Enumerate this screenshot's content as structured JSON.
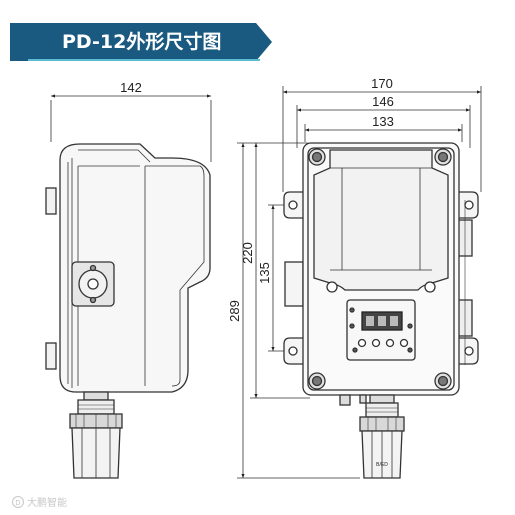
{
  "header": {
    "title": "PD-12外形尺寸图",
    "banner_color": "#1a5a80",
    "accent_color": "#5bbcd0"
  },
  "side_view": {
    "width_label": "142"
  },
  "front_view": {
    "width_outer_label": "170",
    "width_mid_label": "146",
    "width_inner_label": "133",
    "height_total_label": "289",
    "height_body_label": "220",
    "height_mount_label": "135",
    "connector_label": "B/ED"
  },
  "watermark": {
    "logo_text": "D",
    "text": "大鹏智能"
  }
}
